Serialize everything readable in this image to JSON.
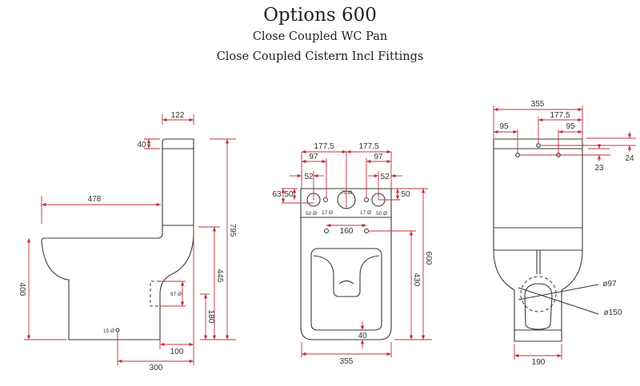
{
  "header": {
    "title": "Options 600",
    "subtitle_1": "Close Coupled WC Pan",
    "subtitle_2": "Close Coupled Cistern Incl Fittings"
  },
  "colors": {
    "outline": "#3a3a3a",
    "dimension": "#c0303a"
  },
  "side_view": {
    "cistern_depth": "122",
    "lid_height": "40",
    "projection": "478",
    "pan_height": "400",
    "back_height": "445",
    "total_height": "795",
    "waste_height": "180",
    "waste_dia": "97 Ø",
    "fix_hole": "15 Ø",
    "back_offset": "100",
    "fix_offset": "300"
  },
  "top_view": {
    "half_width_left": "177.5",
    "half_width_right": "177.5",
    "hole_left": "97",
    "hole_right": "97",
    "edge_left": "52",
    "edge_right": "52",
    "depth_63": "63",
    "depth_50_left": "50",
    "depth_50_right": "50",
    "hole_70": "70 Ø",
    "hole_50_left": "50 Ø",
    "hole_17_left": "17 Ø",
    "hole_17_right": "17 Ø",
    "hole_50_right": "50 Ø",
    "fix_spacing": "160",
    "fix_depth": "430",
    "total_depth": "600",
    "rim": "40",
    "width": "355"
  },
  "front_view": {
    "width": "355",
    "half": "177.5",
    "left_95": "95",
    "right_95": "95",
    "dim_24": "24",
    "dim_23": "23",
    "dia_97": "ø97",
    "dia_150": "ø150",
    "base_width": "190"
  }
}
